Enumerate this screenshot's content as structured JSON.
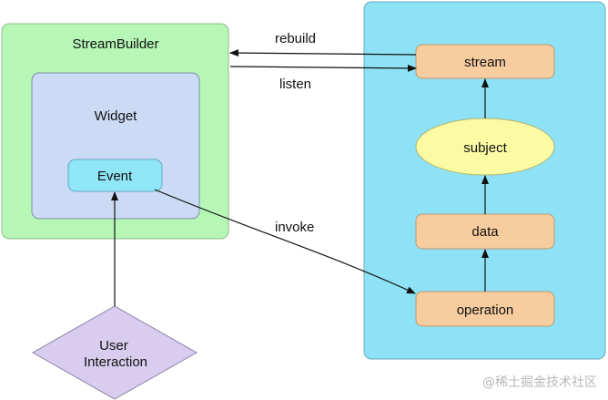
{
  "nodes": {
    "streambuilder": "StreamBuilder",
    "widget": "Widget",
    "event": "Event",
    "user_interaction_line1": "User",
    "user_interaction_line2": "Interaction",
    "stream": "stream",
    "subject": "subject",
    "data": "data",
    "operation": "operation"
  },
  "edges": {
    "rebuild": "rebuild",
    "listen": "listen",
    "invoke": "invoke"
  },
  "watermark": "@稀土掘金技术社区",
  "colors": {
    "streambuilder_fill": "#b6f7b6",
    "widget_fill": "#cbdaf5",
    "event_fill": "#8ee6f6",
    "panel_fill": "#8de2f6",
    "node_fill": "#f7cc9e",
    "subject_fill": "#fbfba4",
    "diamond_fill": "#d9cdef",
    "edge_color": "#111111"
  }
}
